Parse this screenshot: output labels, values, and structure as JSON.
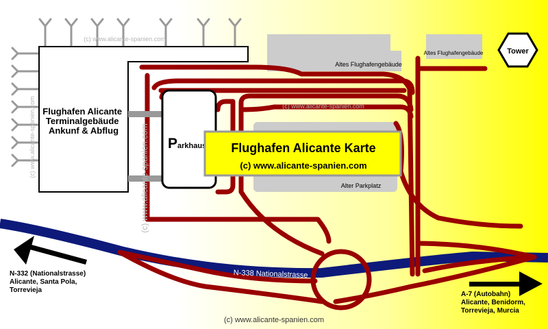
{
  "map": {
    "title": "Flughafen Alicante Karte",
    "title_sub": "(c) www.alicante-spanien.com",
    "colors": {
      "background_left": "#ffffff",
      "background_right": "#ffff00",
      "roads": "#990000",
      "national_road": "#0d1a7a",
      "building_grey": "#cccccc",
      "title_box": "#ffff00"
    },
    "terminal": {
      "line1": "Flughafen Alicante",
      "line2": "Terminalgebäude",
      "line3": "Ankunf & Abflug"
    },
    "parkhaus": {
      "initial": "P",
      "rest": "arkhaus"
    },
    "buildings": {
      "old_terminal_1": "Altes Flughafengebäude",
      "old_terminal_2": "Altes Flughafengebäude",
      "old_parking": "Alter Parkplatz"
    },
    "tower": "Tower",
    "roads": {
      "n338": "N-338 Nationalstrasse",
      "n332_line1": "N-332 (Nationalstrasse)",
      "n332_line2": "Alicante, Santa Pola,",
      "n332_line3": "Torrevieja",
      "a7_line1": "A-7 (Autobahn)",
      "a7_line2": "Alicante, Benidorm,",
      "a7_line3": "Torrevieja, Murcia"
    },
    "watermarks": {
      "top": "(c) www.alicante-spanien.com",
      "middle": "(c) www.alicante-spanien.com",
      "left_vertical": "(c) www.alicante-spanien.com",
      "mid_vertical": "(c) www.alicante-spanien.com",
      "bottom": "(c) www.alicante-spanien.com"
    }
  }
}
